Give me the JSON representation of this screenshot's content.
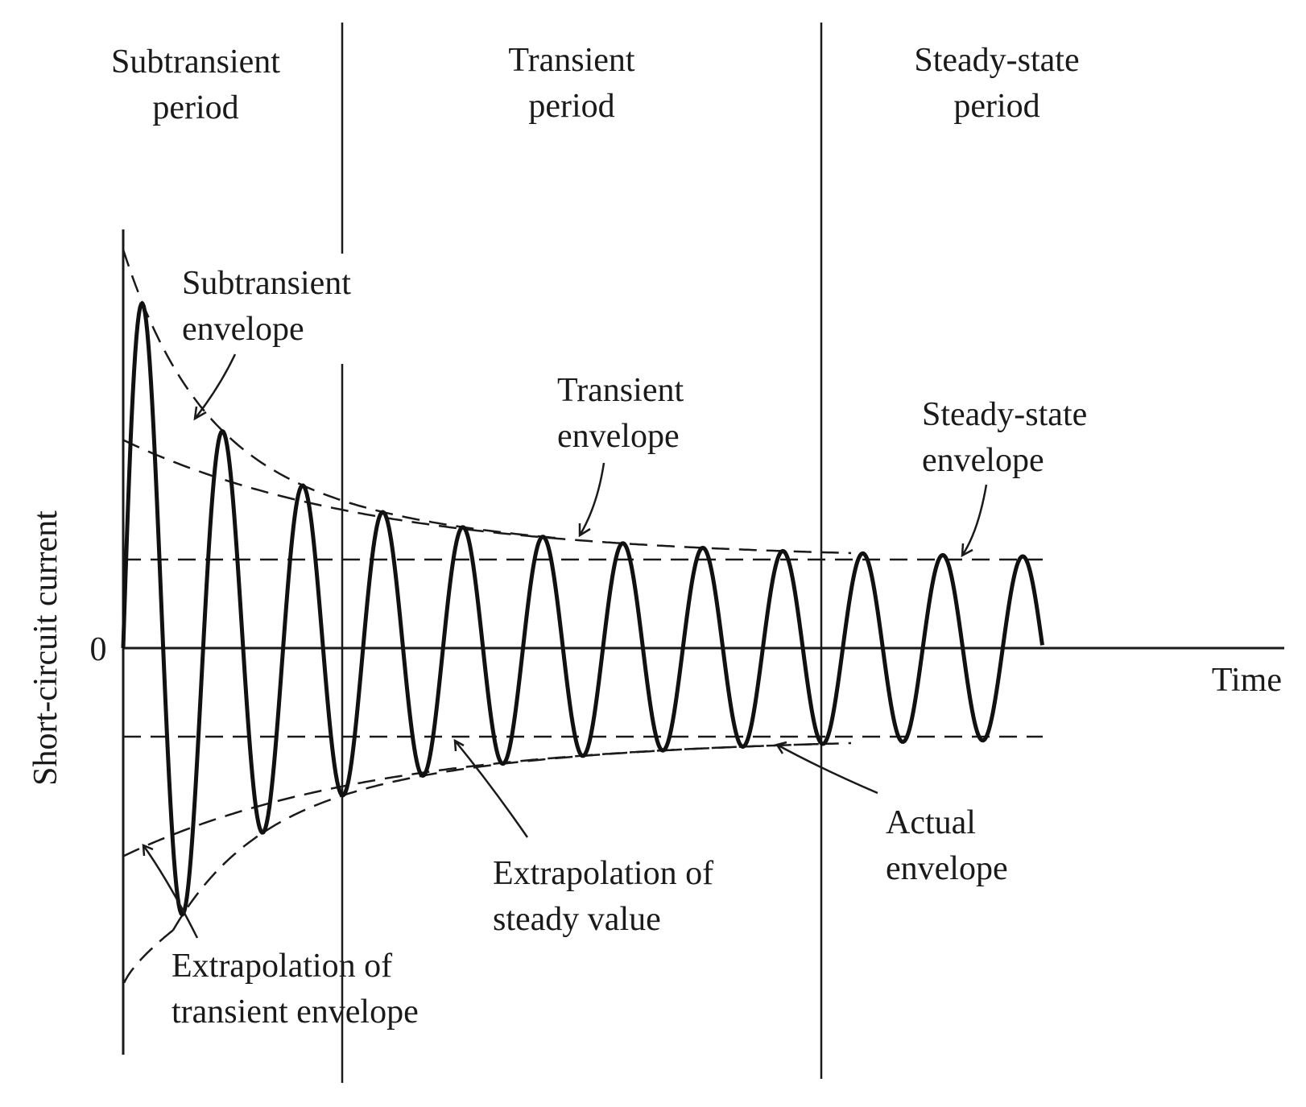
{
  "periods": {
    "subtransient": [
      "Subtransient",
      "period"
    ],
    "transient": [
      "Transient",
      "period"
    ],
    "steady": [
      "Steady-state",
      "period"
    ]
  },
  "axes": {
    "y_label": "Short-circuit current",
    "x_label": "Time",
    "zero_label": "0"
  },
  "annotations": {
    "subtransient_envelope": [
      "Subtransient",
      "envelope"
    ],
    "transient_envelope": [
      "Transient",
      "envelope"
    ],
    "steady_state_envelope": [
      "Steady-state",
      "envelope"
    ],
    "actual_envelope": [
      "Actual",
      "envelope"
    ],
    "extrapolation_steady": [
      "Extrapolation of",
      "steady value"
    ],
    "extrapolation_transient": [
      "Extrapolation of",
      "transient envelope"
    ]
  },
  "waveform": {
    "cycles": 11.5,
    "steady_amplitude": 1.0,
    "transient_extra_amplitude": 1.35,
    "subtransient_extra_amplitude": 2.15
  }
}
